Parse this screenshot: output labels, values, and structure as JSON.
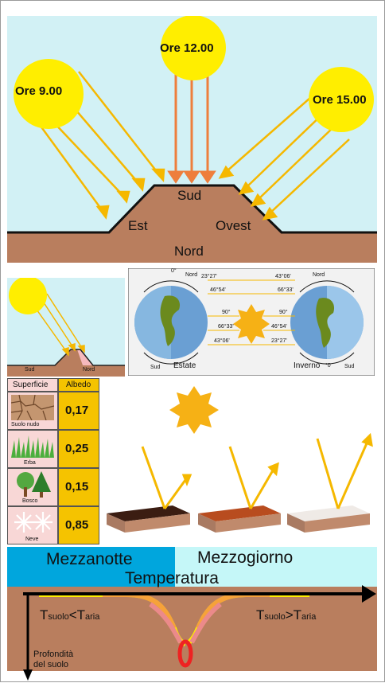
{
  "panel_sun_path": {
    "sun_labels": [
      "Ore 9.00",
      "Ore 12.00",
      "Ore 15.00"
    ],
    "slope_labels": {
      "top": "Sud",
      "left": "Est",
      "right": "Ovest",
      "bottom": "Nord"
    },
    "colors": {
      "sky": "#d2f1f5",
      "soil": "#b97e5e",
      "sun": "#ffee00",
      "ray": "#f5b800",
      "noon_ray": "#ee7e3c"
    }
  },
  "panel_slope_small": {
    "labels": {
      "left": "Sud",
      "right": "Nord"
    }
  },
  "panel_earth": {
    "season_labels": {
      "left": "Estate",
      "right": "Inverno"
    },
    "pole_labels": {
      "left_top": "Nord",
      "left_bottom": "Sud",
      "right_top": "Nord",
      "right_bottom": "Sud",
      "left_zero": "0°",
      "right_zero": "°0"
    },
    "left_angles": [
      "23°27'",
      "46°54'",
      "90°",
      "66°33'",
      "43°06'"
    ],
    "right_angles": [
      "43°06'",
      "66°33'",
      "90°",
      "46°54'",
      "23°27'"
    ]
  },
  "albedo_table": {
    "headers": [
      "Superficie",
      "Albedo"
    ],
    "rows": [
      {
        "surface": "Suolo nudo",
        "value": "0,17"
      },
      {
        "surface": "Erba",
        "value": "0,25"
      },
      {
        "surface": "Bosco",
        "value": "0,15"
      },
      {
        "surface": "Neve",
        "value": "0,85"
      }
    ]
  },
  "panel_temperature": {
    "left_title": "Mezzanotte",
    "right_title": "Mezzogiorno",
    "center_title": "Temperatura",
    "left_formula": {
      "t1": "T",
      "s1": "suolo",
      "op": "<",
      "t2": "T",
      "s2": "aria"
    },
    "right_formula": {
      "t1": "T",
      "s1": "suolo",
      "op": ">",
      "t2": "T",
      "s2": "aria"
    },
    "depth_label_line1": "Profondità",
    "depth_label_line2": "del suolo"
  }
}
